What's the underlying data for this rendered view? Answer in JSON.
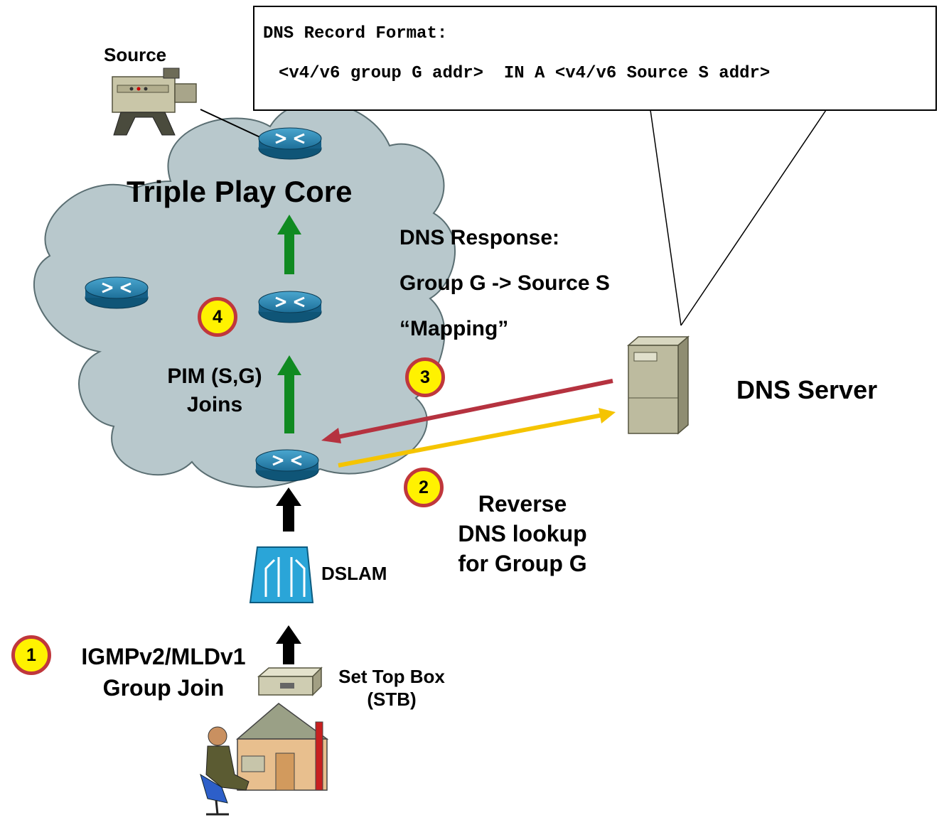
{
  "callout": {
    "heading": "DNS Record Format:",
    "record": "<v4/v6 group G addr>  IN A <v4/v6 Source S addr>"
  },
  "labels": {
    "source": "Source",
    "cloud_title": "Triple Play Core",
    "dns_response": "DNS Response:",
    "group_mapping": "Group G -> Source S",
    "mapping": "“Mapping”",
    "dns_server": "DNS Server",
    "pim_line1": "PIM (S,G)",
    "pim_line2": "Joins",
    "reverse_line1": "Reverse",
    "reverse_line2": "DNS lookup",
    "reverse_line3": "for Group G",
    "dslam": "DSLAM",
    "igmp_line1": "IGMPv2/MLDv1",
    "igmp_line2": "Group Join",
    "stb_line1": "Set Top Box",
    "stb_line2": "(STB)"
  },
  "steps": {
    "step1": "1",
    "step2": "2",
    "step3": "3",
    "step4": "4"
  },
  "colors": {
    "cloud": "#b8c8cc",
    "router": "#1f7fa8",
    "green_arrow": "#108a21",
    "red_arrow": "#b5323f",
    "yellow_arrow": "#f5c400",
    "badge_fill": "#fff200",
    "badge_ring": "#c0373c"
  }
}
